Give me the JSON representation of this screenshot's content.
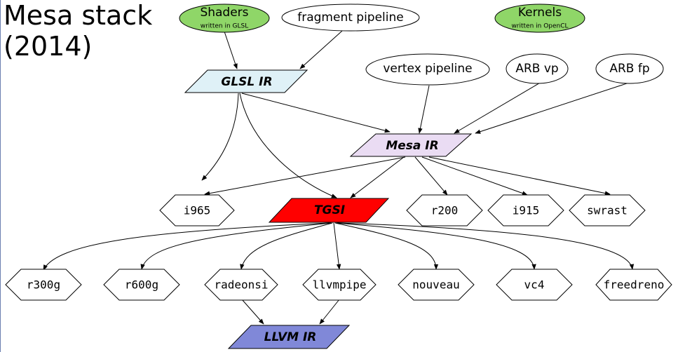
{
  "title": {
    "line1": "Mesa stack",
    "line2": "(2014)"
  },
  "inputs": {
    "shaders": {
      "label": "Shaders",
      "sublabel": "written in GLSL",
      "color": "#8fd668"
    },
    "fragment_pipeline": {
      "label": "fragment pipeline"
    },
    "kernels": {
      "label": "Kernels",
      "sublabel": "written in OpenCL",
      "color": "#8fd668"
    },
    "vertex_pipeline": {
      "label": "vertex pipeline"
    },
    "arb_vp": {
      "label": "ARB vp"
    },
    "arb_fp": {
      "label": "ARB fp"
    }
  },
  "ir": {
    "glsl_ir": {
      "label": "GLSL IR",
      "color": "#dff1f7"
    },
    "mesa_ir": {
      "label": "Mesa IR",
      "color": "#eadcf3"
    },
    "tgsi": {
      "label": "TGSI",
      "color": "#ff0000"
    },
    "llvm_ir": {
      "label": "LLVM IR",
      "color": "#8088d8"
    }
  },
  "drivers": {
    "i965": "i965",
    "r200": "r200",
    "i915": "i915",
    "swrast": "swrast",
    "r300g": "r300g",
    "r600g": "r600g",
    "radeonsi": "radeonsi",
    "llvmpipe": "llvmpipe",
    "nouveau": "nouveau",
    "vc4": "vc4",
    "freedreno": "freedreno"
  }
}
